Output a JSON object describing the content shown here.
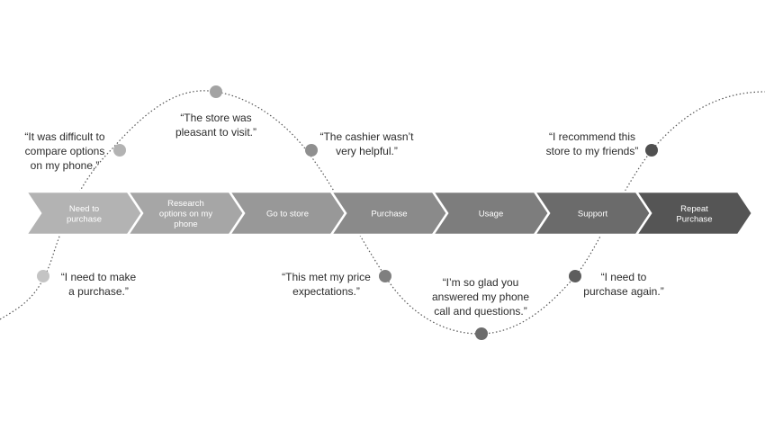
{
  "stages": [
    {
      "label": "Need to\npurchase",
      "color": "#b3b3b3"
    },
    {
      "label": "Research\noptions on my\nphone",
      "color": "#a6a6a6"
    },
    {
      "label": "Go to store",
      "color": "#989898"
    },
    {
      "label": "Purchase",
      "color": "#8a8a8a"
    },
    {
      "label": "Usage",
      "color": "#7d7d7d"
    },
    {
      "label": "Support",
      "color": "#6b6b6b"
    },
    {
      "label": "Repeat\nPurchase",
      "color": "#555555"
    }
  ],
  "quotes": [
    {
      "text": "“I need to make\na purchase.”",
      "dot_color": "#c4c4c4"
    },
    {
      "text": "“It was difficult to\ncompare options\non my phone.”",
      "dot_color": "#b3b3b3"
    },
    {
      "text": "“The store was\npleasant to visit.”",
      "dot_color": "#a3a3a3"
    },
    {
      "text": "“The cashier wasn’t\nvery helpful.”",
      "dot_color": "#8f8f8f"
    },
    {
      "text": "“This met my price\nexpectations.”",
      "dot_color": "#7f7f7f"
    },
    {
      "text": "“I’m so glad you\nanswered my phone\ncall and questions.”",
      "dot_color": "#6c6c6c"
    },
    {
      "text": "“I need to\npurchase again.”",
      "dot_color": "#5d5d5d"
    },
    {
      "text": "“I recommend this\nstore to my friends”",
      "dot_color": "#505050"
    }
  ],
  "curve_color": "#555555"
}
